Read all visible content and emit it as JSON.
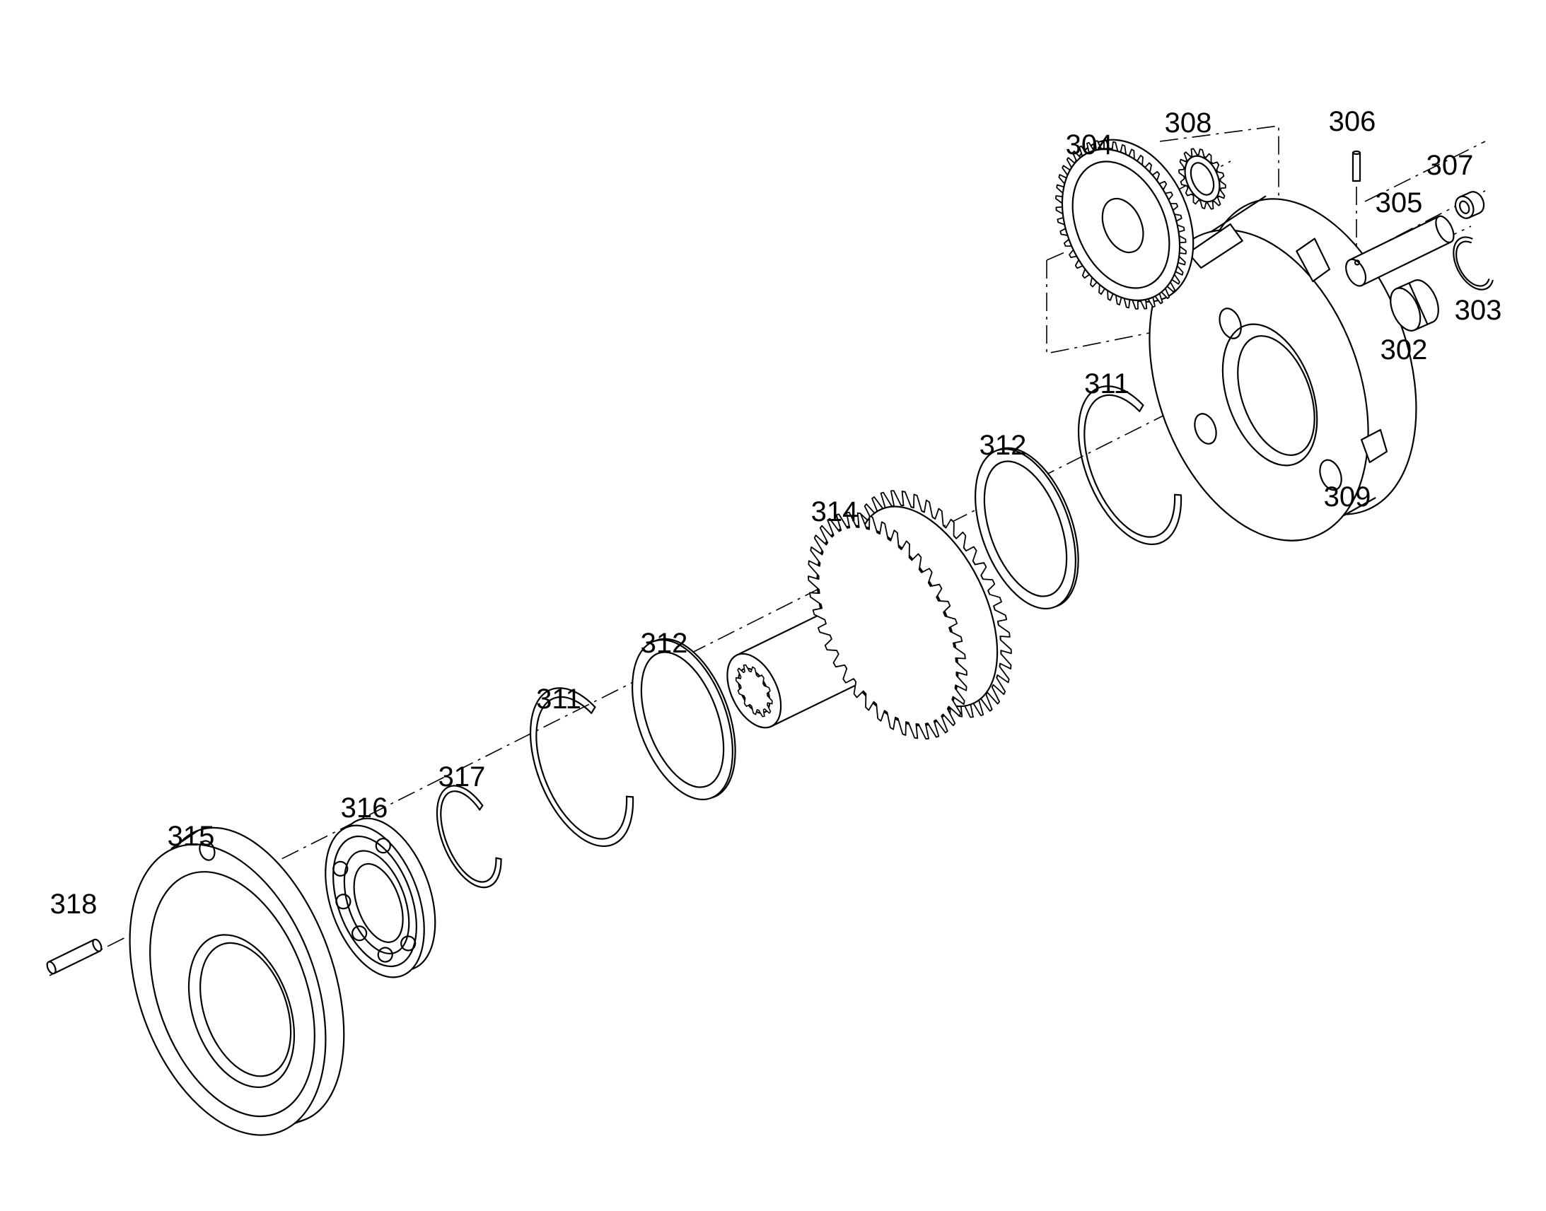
{
  "diagram": {
    "parts": [
      {
        "id": "p302",
        "label": "302",
        "icon": "bearing-cap-icon"
      },
      {
        "id": "p303",
        "label": "303",
        "icon": "snap-ring-icon"
      },
      {
        "id": "p304",
        "label": "304",
        "icon": "spur-gear-icon"
      },
      {
        "id": "p305",
        "label": "305",
        "icon": "pin-shaft-icon"
      },
      {
        "id": "p306",
        "label": "306",
        "icon": "roll-pin-icon"
      },
      {
        "id": "p307",
        "label": "307",
        "icon": "plug-icon"
      },
      {
        "id": "p308",
        "label": "308",
        "icon": "needle-bearing-icon"
      },
      {
        "id": "p309",
        "label": "309",
        "icon": "carrier-housing-icon"
      },
      {
        "id": "p311a",
        "label": "311",
        "icon": "snap-ring-icon"
      },
      {
        "id": "p311b",
        "label": "311",
        "icon": "snap-ring-icon"
      },
      {
        "id": "p312a",
        "label": "312",
        "icon": "thrust-washer-icon"
      },
      {
        "id": "p312b",
        "label": "312",
        "icon": "thrust-washer-icon"
      },
      {
        "id": "p314",
        "label": "314",
        "icon": "gear-shaft-icon"
      },
      {
        "id": "p315",
        "label": "315",
        "icon": "flange-icon"
      },
      {
        "id": "p316",
        "label": "316",
        "icon": "ball-bearing-icon"
      },
      {
        "id": "p317",
        "label": "317",
        "icon": "retaining-ring-icon"
      },
      {
        "id": "p318",
        "label": "318",
        "icon": "dowel-pin-icon"
      }
    ]
  }
}
